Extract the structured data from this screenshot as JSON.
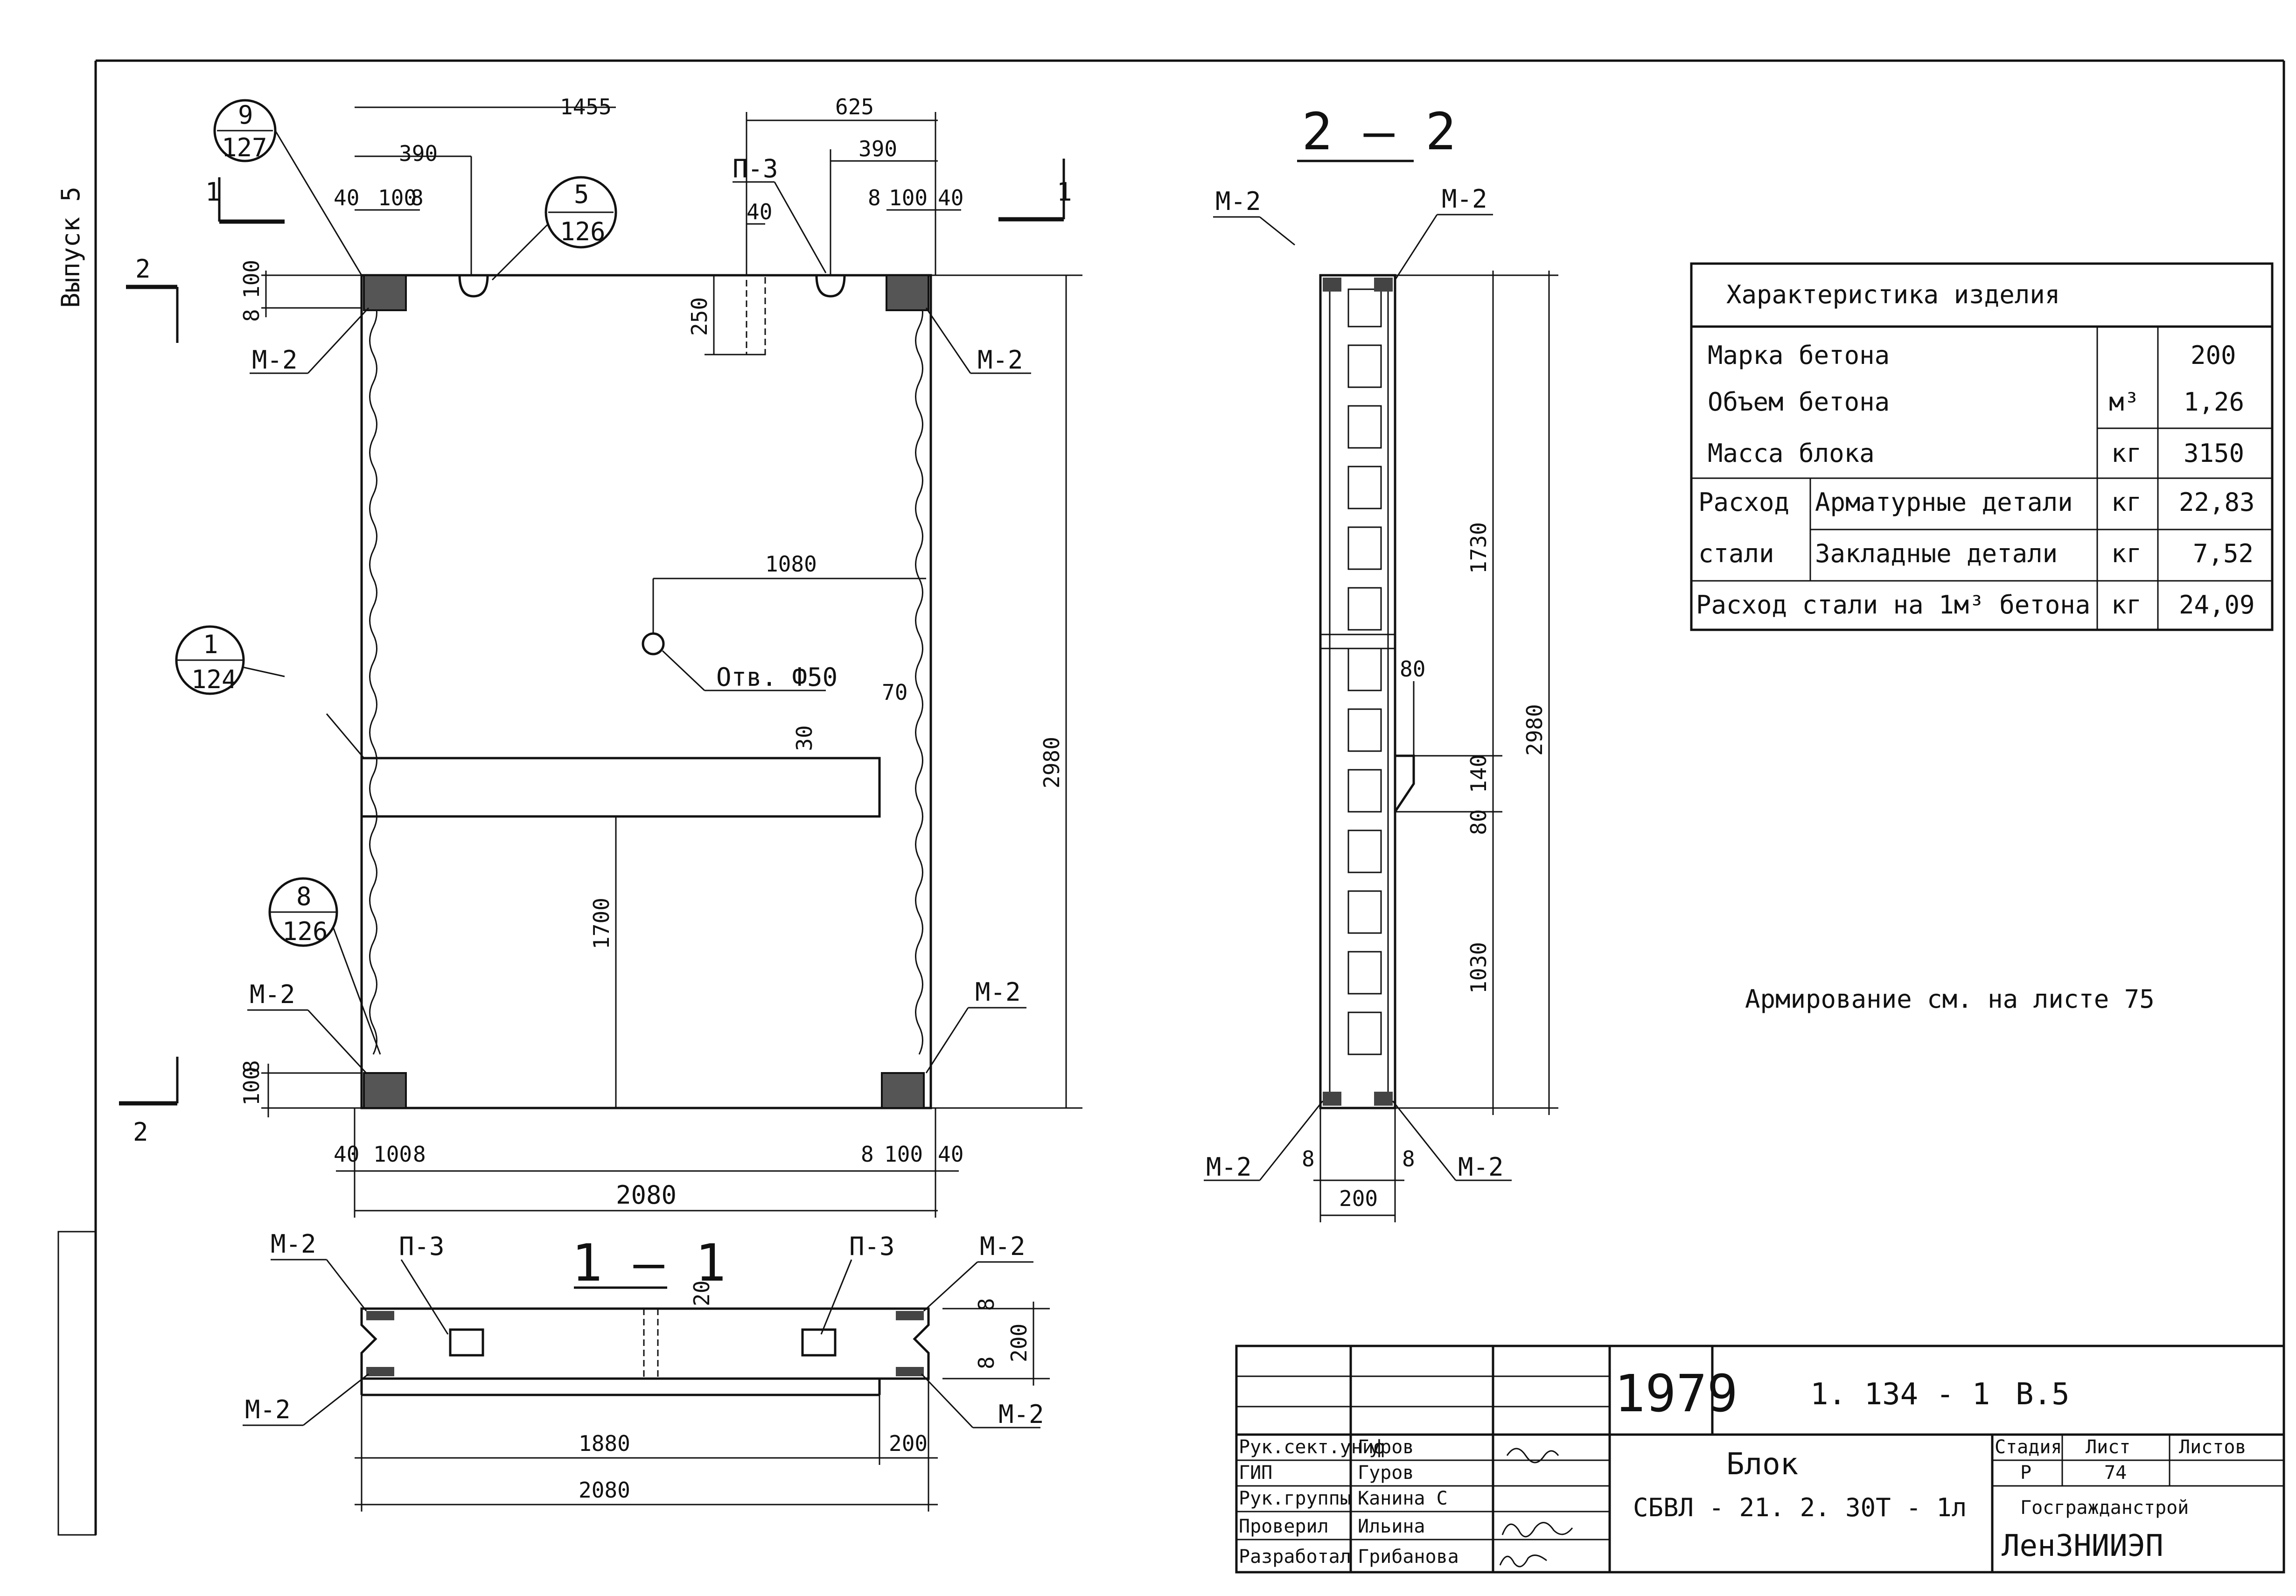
{
  "side_note": "Выпуск 5",
  "front_view": {
    "section_marks": {
      "s1": "1",
      "s2": "2"
    },
    "top_dims": {
      "d1455": "1455",
      "d625": "625",
      "d390a": "390",
      "d390b": "390",
      "d40a": "40",
      "d100a": "100",
      "d8a": "8",
      "d8b": "8",
      "d100b": "100",
      "d40b": "40",
      "d40c": "40",
      "d250": "250"
    },
    "side_dims": {
      "d8": "8",
      "d100": "100",
      "d100b": "100",
      "d8b": "8",
      "d2980": "2980",
      "d1700": "1700"
    },
    "bottom_dims": {
      "d40": "40",
      "d100": "100",
      "d8": "8",
      "d8b": "8",
      "d100b": "100",
      "d40b": "40",
      "d2080": "2080"
    },
    "inner_dims": {
      "d1080": "1080",
      "d70": "70",
      "d30": "30"
    },
    "hole_label": "Отв. Ф50",
    "callouts": [
      {
        "top": "9",
        "bottom": "127"
      },
      {
        "top": "5",
        "bottom": "126"
      },
      {
        "top": "1",
        "bottom": "124"
      },
      {
        "top": "8",
        "bottom": "126"
      }
    ],
    "labels": {
      "m2": "М-2",
      "p3": "П-3"
    }
  },
  "section_1_1": {
    "title": "1 – 1",
    "labels": {
      "m2": "М-2",
      "p3": "П-3"
    },
    "dims": {
      "d20": "20",
      "d8a": "8",
      "d200": "200",
      "d8b": "8",
      "d1880": "1880",
      "d200b": "200",
      "d2080": "2080"
    }
  },
  "section_2_2": {
    "title": "2 – 2",
    "labels": {
      "m2": "М-2"
    },
    "dims": {
      "d1730": "1730",
      "d2980": "2980",
      "d80": "80",
      "d140": "140",
      "d80b": "80",
      "d1030": "1030",
      "d8": "8",
      "d8b": "8",
      "d200": "200"
    }
  },
  "characteristics": {
    "title": "Характеристика изделия",
    "rows": [
      {
        "label": "Марка бетона",
        "unit": "",
        "value": "200"
      },
      {
        "label": "Объем бетона",
        "unit": "м³",
        "value": "1,26"
      },
      {
        "label": "Масса блока",
        "unit": "кг",
        "value": "3150"
      },
      {
        "label": "Арматурные детали",
        "unit": "кг",
        "value": "22,83"
      },
      {
        "label": "Закладные детали",
        "unit": "кг",
        "value": "7,52"
      },
      {
        "label": "Расход стали на 1м³ бетона",
        "unit": "кг",
        "value": "24,09"
      }
    ],
    "group_label_1": "Расход",
    "group_label_2": "стали"
  },
  "note": "Армирование см. на листе 75",
  "title_block": {
    "year": "1979",
    "code": "1. 134 - 1",
    "issue": "В.5",
    "name_line1": "Блок",
    "name_line2": "СБВЛ - 21. 2. 30Т - 1л",
    "stage_header": "Стадия",
    "sheet_header": "Лист",
    "sheets_header": "Листов",
    "stage": "Р",
    "sheet": "74",
    "sheets": "",
    "org1": "Госгражданстрой",
    "org2": "ЛенЗНИИЭП",
    "roles": [
      {
        "role": "Рук.сект.униф",
        "name": "Гуров"
      },
      {
        "role": "ГИП",
        "name": "Гуров"
      },
      {
        "role": "Рук.группы",
        "name": "Канина С"
      },
      {
        "role": "Проверил",
        "name": "Ильина"
      },
      {
        "role": "Разработал",
        "name": "Грибанова"
      }
    ]
  }
}
